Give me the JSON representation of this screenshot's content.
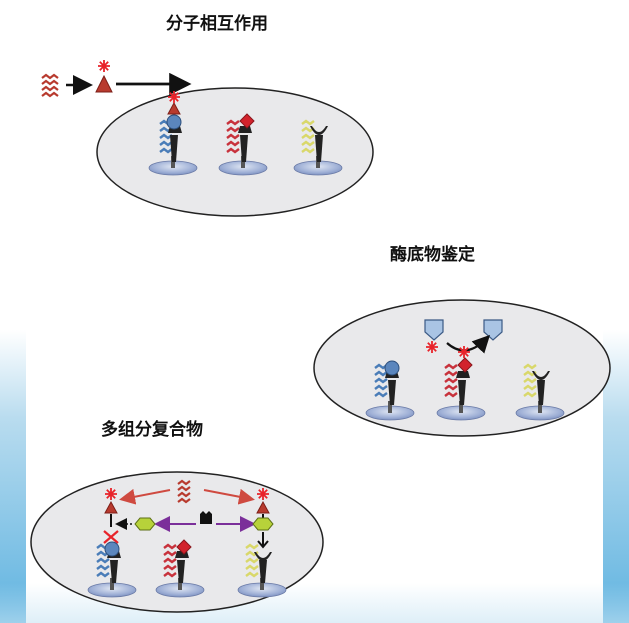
{
  "panels": {
    "interaction": {
      "title": "分子相互作用"
    },
    "enzyme": {
      "title": "酶底物鉴定"
    },
    "complex": {
      "title": "多组分复合物"
    }
  },
  "colors": {
    "ellipse_fill": "#e9e9eb",
    "ellipse_stroke": "#222222",
    "blue_protein": "#4a7db8",
    "red_protein": "#c8323c",
    "yellow_protein": "#d9d86a",
    "probe_red": "#b83a2e",
    "arrow_red": "#cf4a40",
    "arrow_purple": "#7b2f9a",
    "ligand_green": "#b7d23a",
    "substrate_blue": "#a9c4e4"
  },
  "icons": [
    "target-protein-icon",
    "probe-icon",
    "star-marker-icon",
    "substrate-icon",
    "ligand-icon"
  ]
}
